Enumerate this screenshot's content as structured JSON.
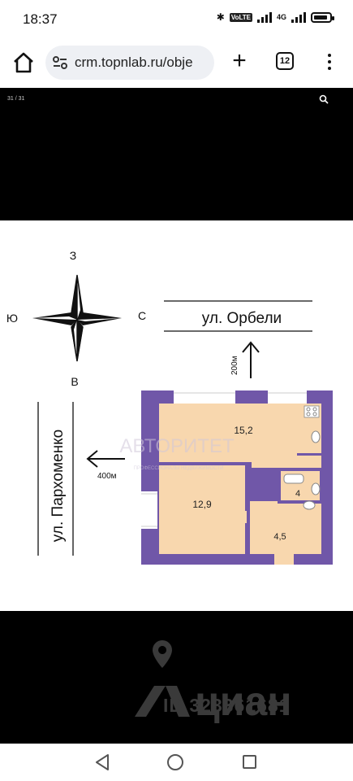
{
  "status": {
    "time": "18:37",
    "volte": "VoLTE",
    "network": "4G"
  },
  "browser": {
    "url": "crm.topnlab.ru/obje",
    "tab_count": "12"
  },
  "viewer": {
    "counter": "31 / 31"
  },
  "plan": {
    "compass": {
      "north": "З",
      "south": "В",
      "west": "Ю",
      "east": "С"
    },
    "street_top": "ул. Орбели",
    "street_left": "ул. Пархоменко",
    "distance_top": "200м",
    "distance_left": "400м",
    "rooms": [
      "15,2",
      "12,9",
      "4",
      "4,5"
    ],
    "agency_watermark": "АВТОРИТЕТ",
    "agency_tagline": "ПРОФЕССИОНАЛЫ НЕДВИЖИМОСТИ",
    "colors": {
      "wall": "#7057a8",
      "floor": "#f8d7ae"
    }
  },
  "watermark": {
    "brand": "циан",
    "listing_id": "ID 323361681"
  }
}
